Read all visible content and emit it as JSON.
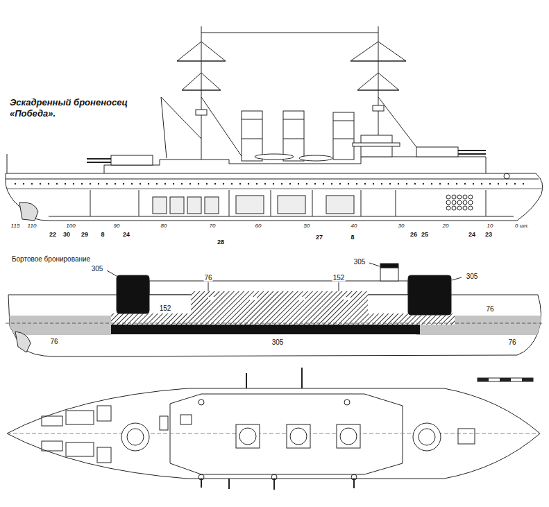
{
  "diagram": {
    "title": "Эскадренный броненосец «Победа».",
    "labels": [
      "Бортовое бронирование",
      "115",
      "110",
      "100",
      "90",
      "80",
      "70",
      "60",
      "50",
      "40",
      "30",
      "20",
      "10",
      "0 шп.",
      "22",
      "30",
      "29",
      "8",
      "24",
      "28",
      "27",
      "8",
      "26",
      "25",
      "24",
      "23",
      "305",
      "76",
      "152",
      "305",
      "305",
      "152",
      "76",
      "76",
      "305",
      "76"
    ]
  }
}
